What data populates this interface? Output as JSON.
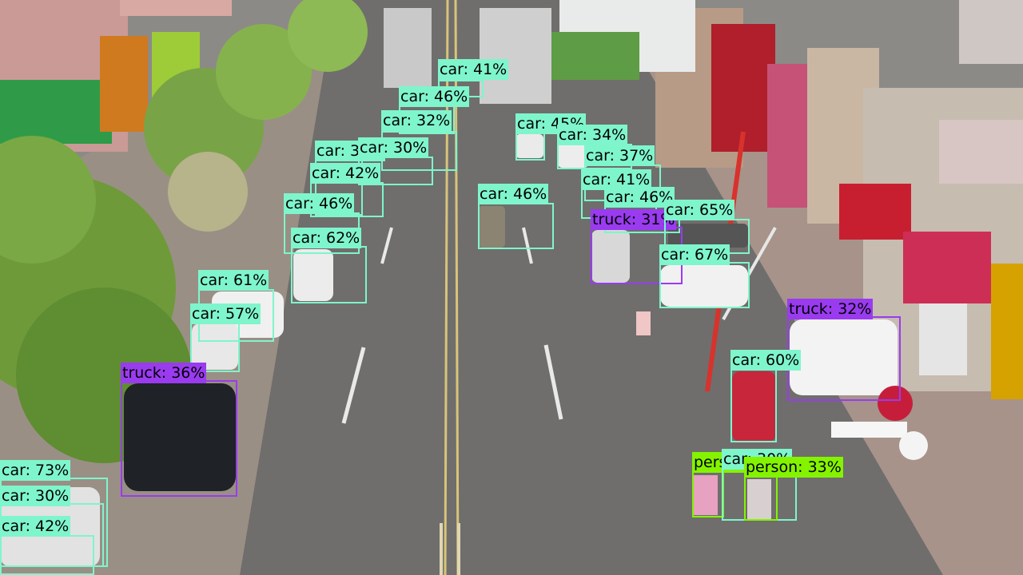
{
  "scene": {
    "description_icon": "aerial-street-scene",
    "colors": {
      "car": "#7ff5cc",
      "truck": "#9a3bf0",
      "person": "#84f300"
    }
  },
  "detections": [
    {
      "label": "car: 41%",
      "class": "car"
    },
    {
      "label": "car: 46%",
      "class": "car"
    },
    {
      "label": "car: 32%",
      "class": "car"
    },
    {
      "label": "car: 45%",
      "class": "car"
    },
    {
      "label": "car: 34%",
      "class": "car"
    },
    {
      "label": "car: 30%",
      "class": "car"
    },
    {
      "label": "car: 30%",
      "class": "car"
    },
    {
      "label": "car: 42%",
      "class": "car"
    },
    {
      "label": "car: 37%",
      "class": "car"
    },
    {
      "label": "car: 41%",
      "class": "car"
    },
    {
      "label": "car: 46%",
      "class": "car"
    },
    {
      "label": "car: 46%",
      "class": "car"
    },
    {
      "label": "car: 46%",
      "class": "car"
    },
    {
      "label": "truck: 31%",
      "class": "truck"
    },
    {
      "label": "car: 65%",
      "class": "car"
    },
    {
      "label": "car: 62%",
      "class": "car"
    },
    {
      "label": "car: 67%",
      "class": "car"
    },
    {
      "label": "car: 61%",
      "class": "car"
    },
    {
      "label": "car: 57%",
      "class": "car"
    },
    {
      "label": "truck: 32%",
      "class": "truck"
    },
    {
      "label": "car: 60%",
      "class": "car"
    },
    {
      "label": "truck: 36%",
      "class": "truck"
    },
    {
      "label": "person",
      "class": "person"
    },
    {
      "label": "car: 30%",
      "class": "car"
    },
    {
      "label": "person: 33%",
      "class": "person"
    },
    {
      "label": "car: 73%",
      "class": "car"
    },
    {
      "label": "car: 30%",
      "class": "car"
    },
    {
      "label": "car: 42%",
      "class": "car"
    }
  ]
}
